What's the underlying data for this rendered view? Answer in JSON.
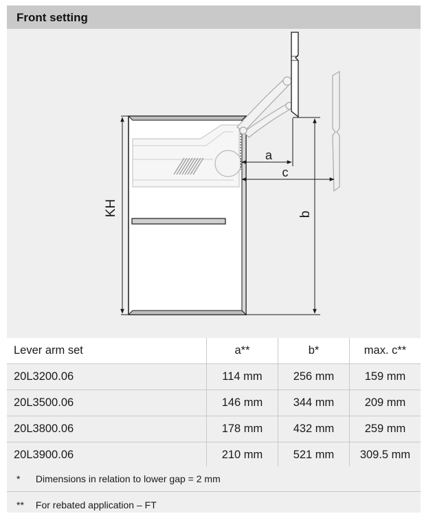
{
  "header": {
    "title": "Front setting"
  },
  "diagram": {
    "label_kh": "KH",
    "label_a": "a",
    "label_b": "b",
    "label_c": "c"
  },
  "table": {
    "columns": [
      "Lever arm set",
      "a**",
      "b*",
      "max. c**"
    ],
    "rows": [
      [
        "20L3200.06",
        "114 mm",
        "256 mm",
        "159 mm"
      ],
      [
        "20L3500.06",
        "146 mm",
        "344 mm",
        "209 mm"
      ],
      [
        "20L3800.06",
        "178 mm",
        "432 mm",
        "259 mm"
      ],
      [
        "20L3900.06",
        "210 mm",
        "521 mm",
        "309.5 mm"
      ]
    ]
  },
  "footnotes": [
    {
      "mark": "*",
      "text": "Dimensions in relation to lower gap = 2 mm"
    },
    {
      "mark": "**",
      "text": "For rebated application – FT"
    }
  ]
}
